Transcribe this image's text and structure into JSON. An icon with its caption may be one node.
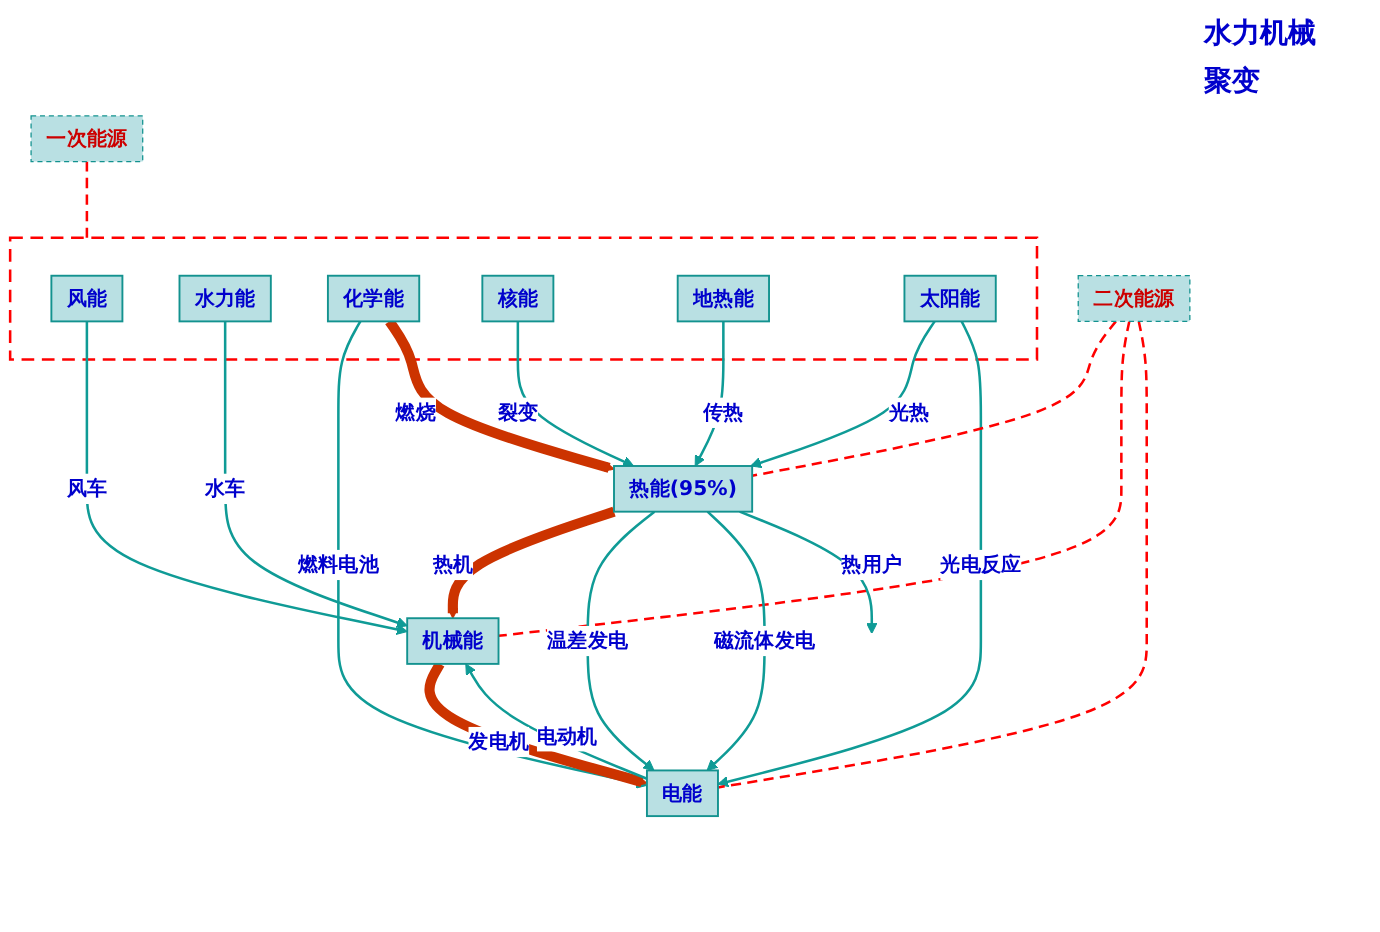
{
  "diagram": {
    "nodes": [
      {
        "text": [
          "一次能源"
        ]
      },
      {
        "text": [],
        "shape": "box"
      },
      {
        "text": [
          "风能"
        ],
        "in": 1
      },
      {
        "text": [
          "水力能"
        ],
        "in": 1
      },
      {
        "text": [
          "化学能"
        ],
        "in": 1
      },
      {
        "text": [
          "核能"
        ],
        "in": 1
      },
      {
        "text": [
          "地热能"
        ],
        "in": 1
      },
      {
        "text": [
          "太阳能"
        ],
        "in": 1
      },
      {
        "text": [
          "二次能源"
        ]
      },
      {
        "text": [
          "热能(95%)"
        ]
      },
      {
        "text": [
          "机械能"
        ]
      },
      {
        "text": [
          "电能"
        ]
      }
    ],
    "edges": [
      {
        "from": 0,
        "to": 1,
        "arrow": "none",
        "style": "dashed",
        "color": "#ff0000"
      },
      {
        "from": 2,
        "to": 10,
        "arrow": "to",
        "label": "风车"
      },
      {
        "from": 3,
        "to": 10,
        "arrow": "to",
        "label": "水车"
      },
      {
        "from": 4,
        "to": 11,
        "arrow": "to",
        "label": "燃料电池"
      },
      {
        "from": 4,
        "to": 9,
        "arrow": "to",
        "label": "燃烧",
        "style": "thick",
        "color": "#cc3300"
      },
      {
        "from": 5,
        "to": 9,
        "arrow": "to",
        "label": "裂变"
      },
      {
        "from": 6,
        "to": 9,
        "arrow": "to",
        "label": "传热"
      },
      {
        "from": 7,
        "to": 9,
        "arrow": "to",
        "label": "光热"
      },
      {
        "from": 7,
        "to": 11,
        "arrow": "to",
        "label": "光电反应"
      },
      {
        "from": 8,
        "to": 9,
        "arrow": "none",
        "style": "dashed",
        "color": "#ff0000"
      },
      {
        "from": 8,
        "to": 10,
        "arrow": "none",
        "style": "dashed",
        "color": "#ff0000"
      },
      {
        "from": 8,
        "to": 11,
        "arrow": "none",
        "style": "dashed",
        "color": "#ff0000"
      },
      {
        "from": 9,
        "to": 10,
        "arrow": "to",
        "label": "热机",
        "style": "thick",
        "color": "#cc3300"
      },
      {
        "from": 9,
        "to": 11,
        "arrow": "to",
        "label": "温差发电"
      },
      {
        "from": 9,
        "to": 11,
        "arrow": "to",
        "label": "磁流体发电"
      },
      {
        "from": 9,
        "to": null,
        "arrow": "to",
        "label": "热用户"
      },
      {
        "from": 10,
        "to": 11,
        "arrow": "to",
        "label": "发电机",
        "style": "thick",
        "color": "#cc3300"
      },
      {
        "from": 11,
        "to": 10,
        "arrow": "to",
        "label": "电动机"
      }
    ],
    "labels": [
      "水力机械",
      "聚变"
    ]
  }
}
